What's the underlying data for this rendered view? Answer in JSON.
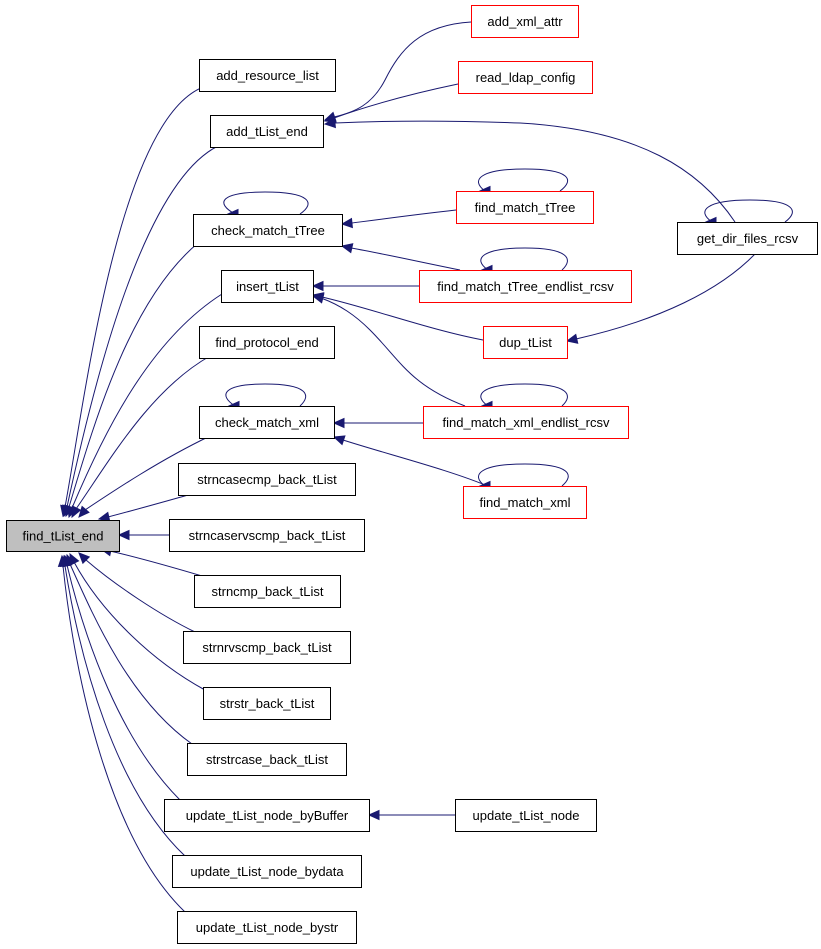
{
  "diagram": {
    "type": "call-graph",
    "colors": {
      "edge": "#191970",
      "highlight_fill": "#bfbfbf",
      "normal_border": "#000000",
      "truncated_border": "#ff0000",
      "node_fill": "#ffffff"
    },
    "nodes": [
      {
        "id": "find_tList_end",
        "label": "find_tList_end",
        "style": "highlight"
      },
      {
        "id": "add_resource_list",
        "label": "add_resource_list",
        "style": "normal"
      },
      {
        "id": "add_tList_end",
        "label": "add_tList_end",
        "style": "normal"
      },
      {
        "id": "check_match_tTree",
        "label": "check_match_tTree",
        "style": "normal"
      },
      {
        "id": "insert_tList",
        "label": "insert_tList",
        "style": "normal"
      },
      {
        "id": "find_protocol_end",
        "label": "find_protocol_end",
        "style": "normal"
      },
      {
        "id": "check_match_xml",
        "label": "check_match_xml",
        "style": "normal"
      },
      {
        "id": "strncasecmp_back_tList",
        "label": "strncasecmp_back_tList",
        "style": "normal"
      },
      {
        "id": "strncaservscmp_back_tList",
        "label": "strncaservscmp_back_tList",
        "style": "normal"
      },
      {
        "id": "strncmp_back_tList",
        "label": "strncmp_back_tList",
        "style": "normal"
      },
      {
        "id": "strnrvscmp_back_tList",
        "label": "strnrvscmp_back_tList",
        "style": "normal"
      },
      {
        "id": "strstr_back_tList",
        "label": "strstr_back_tList",
        "style": "normal"
      },
      {
        "id": "strstrcase_back_tList",
        "label": "strstrcase_back_tList",
        "style": "normal"
      },
      {
        "id": "update_tList_node_byBuffer",
        "label": "update_tList_node_byBuffer",
        "style": "normal"
      },
      {
        "id": "update_tList_node_bydata",
        "label": "update_tList_node_bydata",
        "style": "normal"
      },
      {
        "id": "update_tList_node_bystr",
        "label": "update_tList_node_bystr",
        "style": "normal"
      },
      {
        "id": "add_xml_attr",
        "label": "add_xml_attr",
        "style": "truncated"
      },
      {
        "id": "read_ldap_config",
        "label": "read_ldap_config",
        "style": "truncated"
      },
      {
        "id": "find_match_tTree",
        "label": "find_match_tTree",
        "style": "truncated"
      },
      {
        "id": "find_match_tTree_endlist_rcsv",
        "label": "find_match_tTree_endlist_rcsv",
        "style": "truncated"
      },
      {
        "id": "dup_tList",
        "label": "dup_tList",
        "style": "truncated"
      },
      {
        "id": "find_match_xml_endlist_rcsv",
        "label": "find_match_xml_endlist_rcsv",
        "style": "truncated"
      },
      {
        "id": "find_match_xml",
        "label": "find_match_xml",
        "style": "truncated"
      },
      {
        "id": "get_dir_files_rcsv",
        "label": "get_dir_files_rcsv",
        "style": "normal"
      },
      {
        "id": "update_tList_node",
        "label": "update_tList_node",
        "style": "normal"
      }
    ],
    "edges": [
      {
        "from": "add_resource_list",
        "to": "find_tList_end"
      },
      {
        "from": "add_tList_end",
        "to": "find_tList_end"
      },
      {
        "from": "check_match_tTree",
        "to": "find_tList_end"
      },
      {
        "from": "insert_tList",
        "to": "find_tList_end"
      },
      {
        "from": "find_protocol_end",
        "to": "find_tList_end"
      },
      {
        "from": "check_match_xml",
        "to": "find_tList_end"
      },
      {
        "from": "strncasecmp_back_tList",
        "to": "find_tList_end"
      },
      {
        "from": "strncaservscmp_back_tList",
        "to": "find_tList_end"
      },
      {
        "from": "strncmp_back_tList",
        "to": "find_tList_end"
      },
      {
        "from": "strnrvscmp_back_tList",
        "to": "find_tList_end"
      },
      {
        "from": "strstr_back_tList",
        "to": "find_tList_end"
      },
      {
        "from": "strstrcase_back_tList",
        "to": "find_tList_end"
      },
      {
        "from": "update_tList_node_byBuffer",
        "to": "find_tList_end"
      },
      {
        "from": "update_tList_node_bydata",
        "to": "find_tList_end"
      },
      {
        "from": "update_tList_node_bystr",
        "to": "find_tList_end"
      },
      {
        "from": "add_xml_attr",
        "to": "add_tList_end"
      },
      {
        "from": "read_ldap_config",
        "to": "add_tList_end"
      },
      {
        "from": "get_dir_files_rcsv",
        "to": "add_tList_end"
      },
      {
        "from": "check_match_tTree",
        "to": "check_match_tTree"
      },
      {
        "from": "find_match_tTree",
        "to": "check_match_tTree"
      },
      {
        "from": "find_match_tTree_endlist_rcsv",
        "to": "check_match_tTree"
      },
      {
        "from": "find_match_tTree",
        "to": "find_match_tTree"
      },
      {
        "from": "find_match_tTree_endlist_rcsv",
        "to": "find_match_tTree_endlist_rcsv"
      },
      {
        "from": "find_match_tTree_endlist_rcsv",
        "to": "insert_tList"
      },
      {
        "from": "dup_tList",
        "to": "insert_tList"
      },
      {
        "from": "find_match_xml_endlist_rcsv",
        "to": "insert_tList"
      },
      {
        "from": "get_dir_files_rcsv",
        "to": "dup_tList"
      },
      {
        "from": "get_dir_files_rcsv",
        "to": "get_dir_files_rcsv"
      },
      {
        "from": "check_match_xml",
        "to": "check_match_xml"
      },
      {
        "from": "find_match_xml_endlist_rcsv",
        "to": "check_match_xml"
      },
      {
        "from": "find_match_xml",
        "to": "check_match_xml"
      },
      {
        "from": "find_match_xml_endlist_rcsv",
        "to": "find_match_xml_endlist_rcsv"
      },
      {
        "from": "find_match_xml",
        "to": "find_match_xml"
      },
      {
        "from": "update_tList_node",
        "to": "update_tList_node_byBuffer"
      }
    ]
  }
}
